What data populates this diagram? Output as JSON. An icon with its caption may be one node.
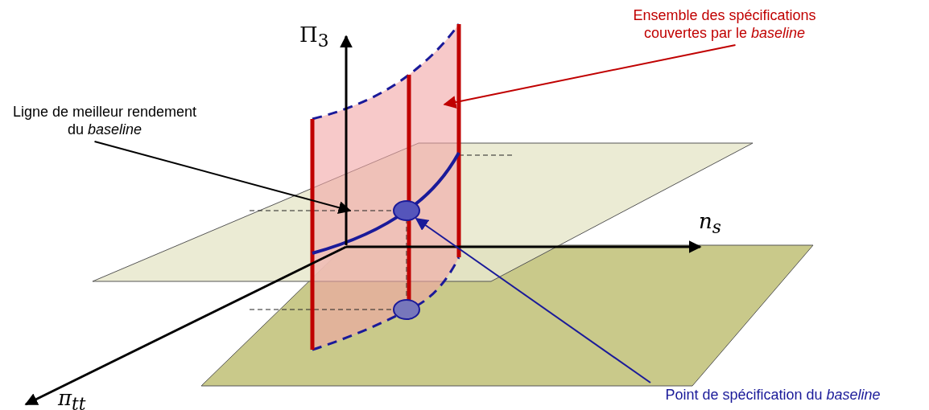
{
  "diagram": {
    "nodes": [
      {
        "text": [
          "Ensemble des spécifications couvertes par le *baseline*"
        ]
      },
      {
        "text": [
          "Ligne de meilleur rendement du *baseline*"
        ]
      },
      {
        "text": [
          "Point de spécification du *baseline*"
        ]
      }
    ],
    "edges": [
      {
        "from": 0,
        "to": null,
        "arrow": "to",
        "color": "#c00000"
      },
      {
        "from": 1,
        "to": null,
        "arrow": "to",
        "color": "#000000"
      },
      {
        "from": 2,
        "to": null,
        "arrow": "to",
        "color": "#1a1a99"
      }
    ],
    "labels": [
      "Π$_{3}$",
      "n$_{s}$",
      "π$_{tt}$"
    ]
  }
}
